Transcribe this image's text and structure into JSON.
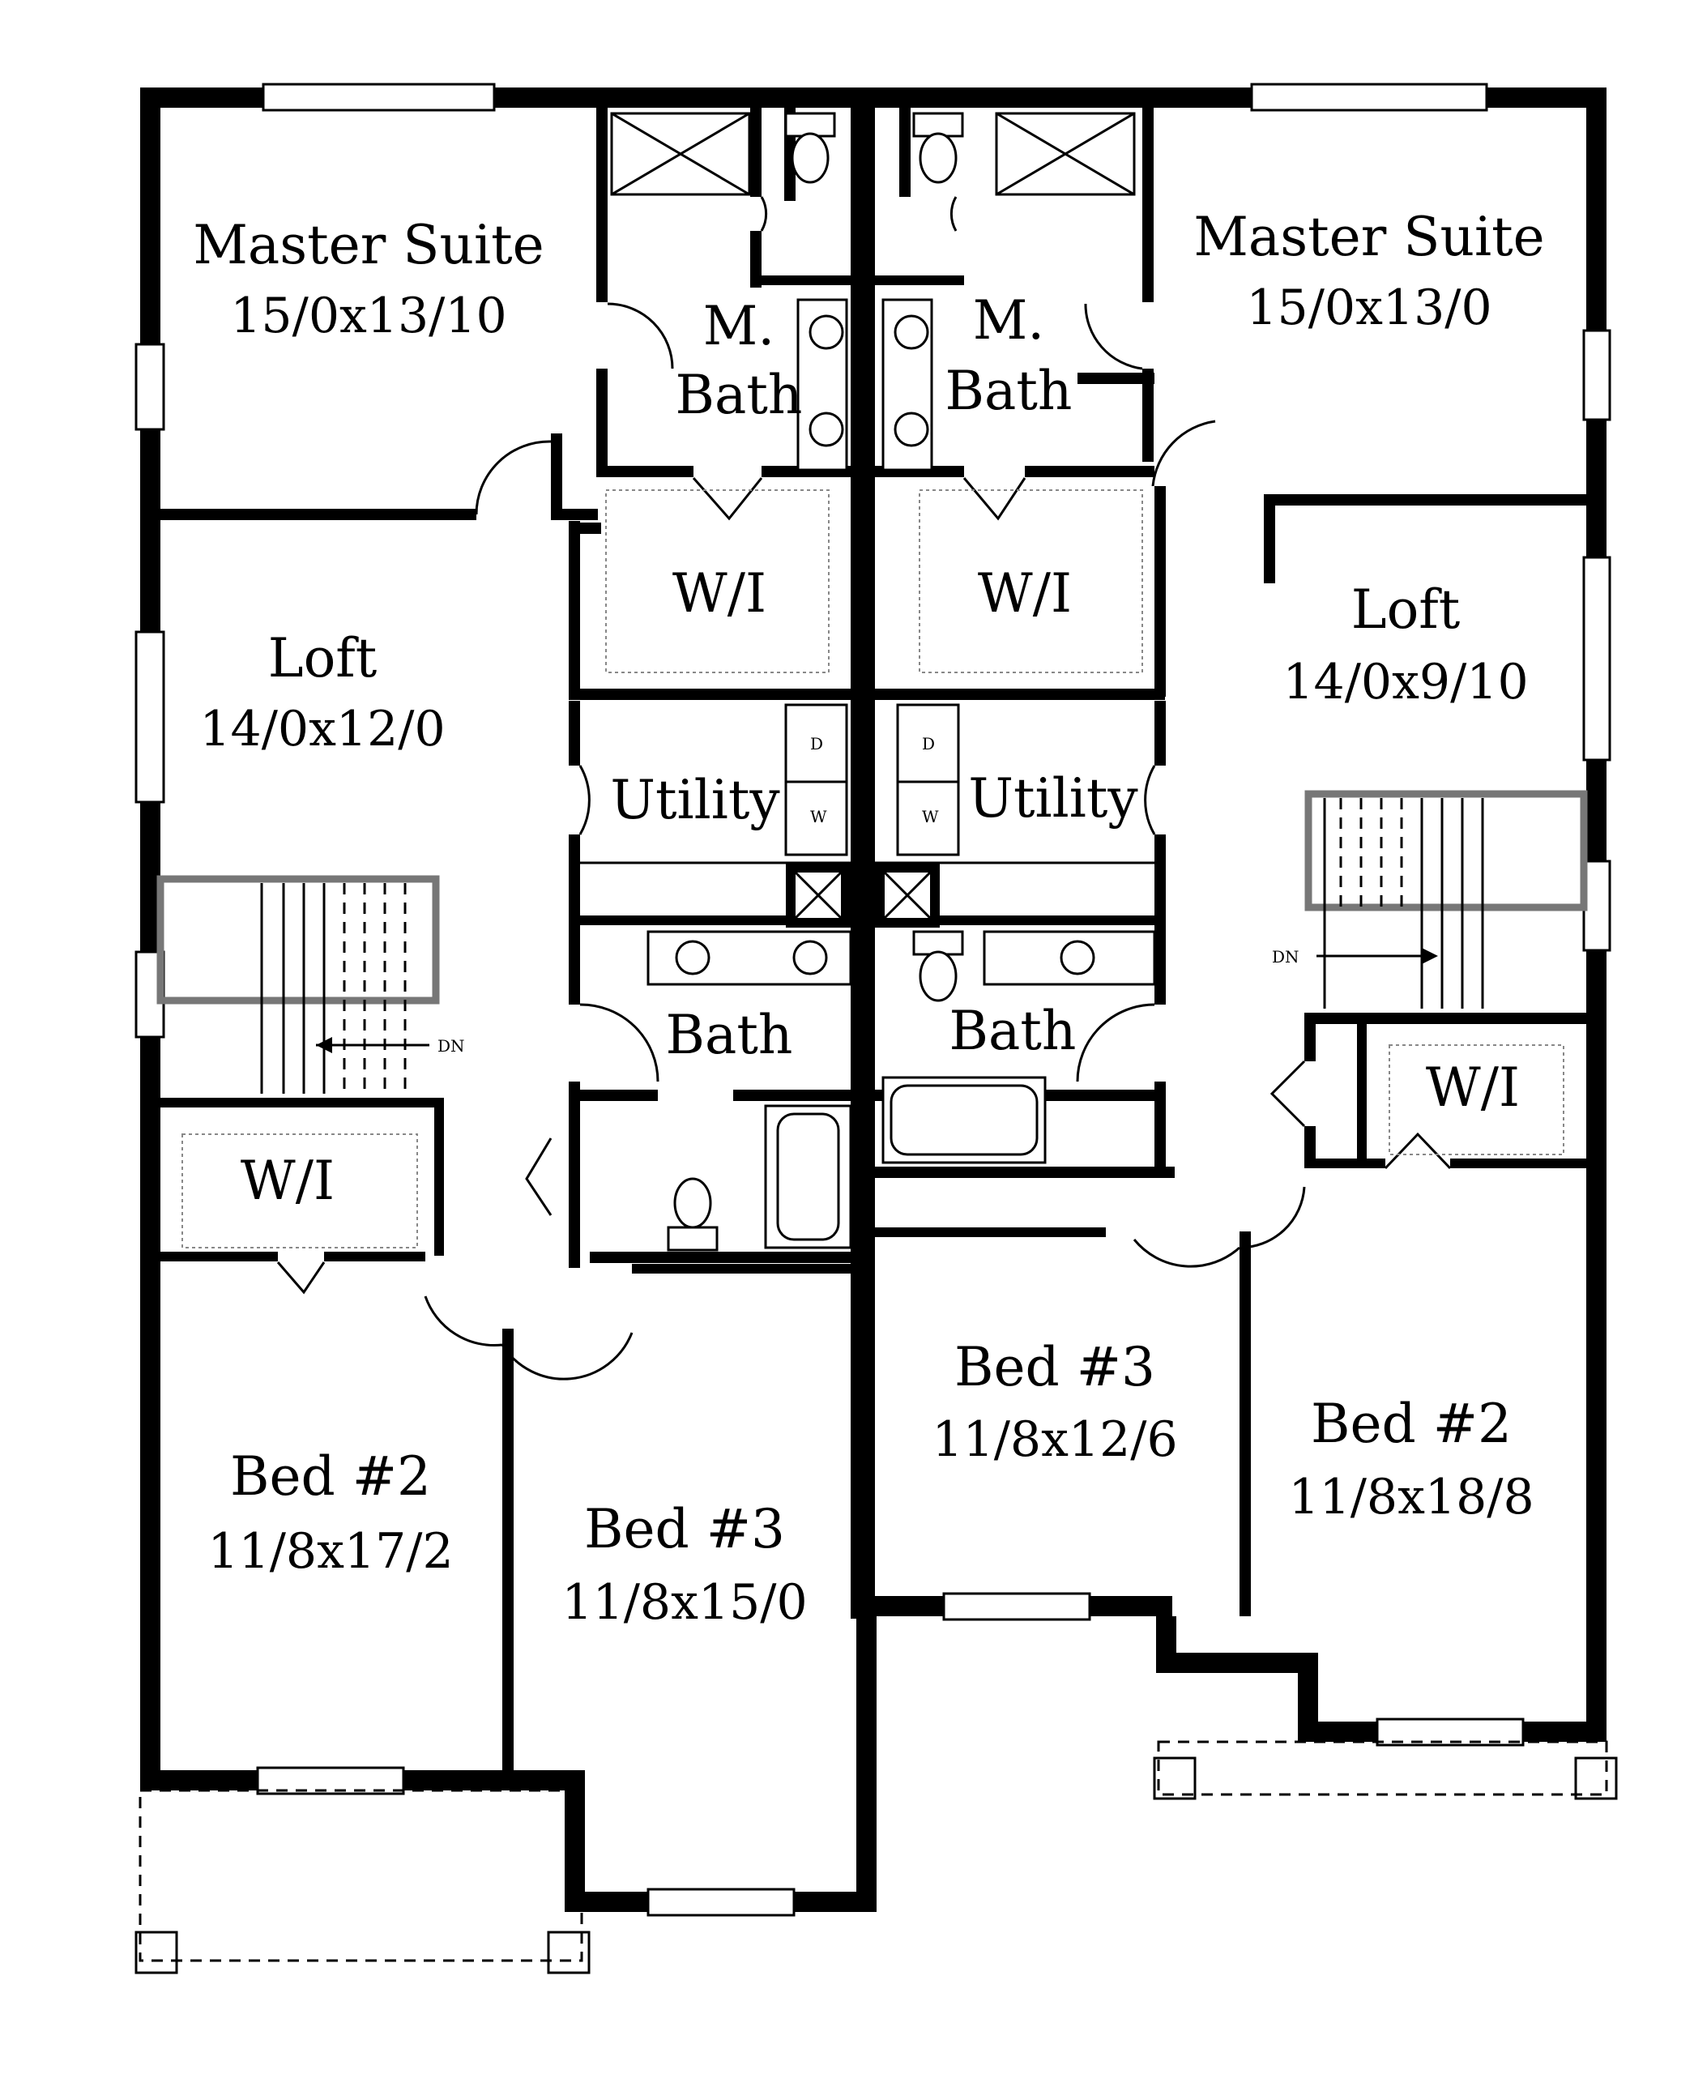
{
  "rooms": {
    "left_master": {
      "name": "Master Suite",
      "dims": "15/0x13/10"
    },
    "left_mbath": {
      "line1": "M.",
      "line2": "Bath"
    },
    "left_wi_top": {
      "name": "W/I"
    },
    "left_loft": {
      "name": "Loft",
      "dims": "14/0x12/0"
    },
    "left_utility": {
      "name": "Utility"
    },
    "left_bath": {
      "name": "Bath"
    },
    "left_wi_mid": {
      "name": "W/I"
    },
    "left_bed2": {
      "name": "Bed #2",
      "dims": "11/8x17/2"
    },
    "left_bed3": {
      "name": "Bed #3",
      "dims": "11/8x15/0"
    },
    "right_master": {
      "name": "Master Suite",
      "dims": "15/0x13/0"
    },
    "right_mbath": {
      "line1": "M.",
      "line2": "Bath"
    },
    "right_wi_top": {
      "name": "W/I"
    },
    "right_loft": {
      "name": "Loft",
      "dims": "14/0x9/10"
    },
    "right_utility": {
      "name": "Utility"
    },
    "right_bath": {
      "name": "Bath"
    },
    "right_wi_mid": {
      "name": "W/I"
    },
    "right_bed3": {
      "name": "Bed #3",
      "dims": "11/8x12/6"
    },
    "right_bed2": {
      "name": "Bed #2",
      "dims": "11/8x18/8"
    }
  },
  "stairs": {
    "left_label": "DN",
    "right_label": "DN"
  },
  "appliances": {
    "dryer": "D",
    "washer": "W"
  }
}
